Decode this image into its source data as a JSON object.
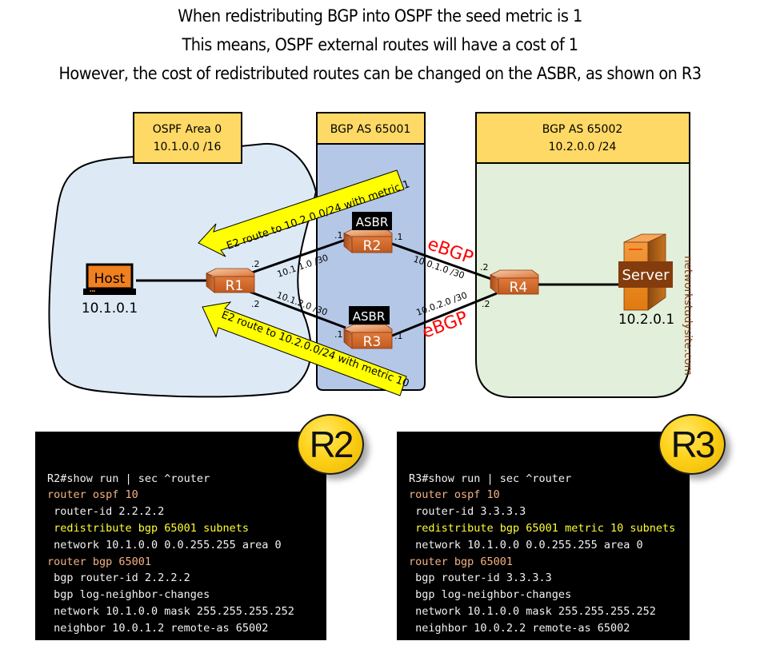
{
  "title_lines": [
    "When redistributing BGP into OSPF the seed metric is 1",
    "This means, OSPF external routes will have a cost of 1",
    "However, the cost of redistributed routes can be changed on the ASBR, as shown on R3"
  ],
  "zones": {
    "ospf_area": {
      "line1": "OSPF Area 0",
      "line2": "10.1.0.0 /16",
      "color": "#ddeaf6"
    },
    "bgp_as_65001": {
      "label": "BGP AS 65001",
      "color": "#b4c7e7"
    },
    "bgp_as_65002": {
      "line1": "BGP AS 65002",
      "line2": "10.2.0.0 /24",
      "color": "#e2efda"
    },
    "header_color": "#ffd966"
  },
  "devices": {
    "host": {
      "label": "Host",
      "ip": "10.1.0.1"
    },
    "r1": {
      "label": "R1"
    },
    "r2": {
      "label": "R2",
      "role": "ASBR"
    },
    "r3": {
      "label": "R3",
      "role": "ASBR"
    },
    "r4": {
      "label": "R4"
    },
    "server": {
      "label": "Server",
      "ip": "10.2.0.1"
    }
  },
  "links": {
    "r1_r2": {
      "subnet": "10.1.1.0 /30",
      "r1_side": ".2",
      "r2_side": ".1"
    },
    "r1_r3": {
      "subnet": "10.1.2.0 /30",
      "r1_side": ".2",
      "r3_side": ".1"
    },
    "r2_r4": {
      "subnet": "10.0.1.0 /30",
      "r2_side": ".1",
      "r4_side": ".2",
      "protocol": "eBGP"
    },
    "r3_r4": {
      "subnet": "10.0.2.0 /30",
      "r3_side": ".1",
      "r4_side": ".2",
      "protocol": "eBGP"
    }
  },
  "arrows": {
    "upper": "E2 route to 10.2.0.0/24 with metric 1",
    "lower": "E2 route to 10.2.0.0/24 with metric 10"
  },
  "watermark": "networkstudysite.com",
  "terminals": [
    {
      "badge": "R2",
      "lines": [
        {
          "text": "R2#show run | sec ^router",
          "style": "plain"
        },
        {
          "text": "router ospf 10",
          "style": "ctx"
        },
        {
          "text": " router-id 2.2.2.2",
          "style": "plain"
        },
        {
          "text": " redistribute bgp 65001 subnets",
          "style": "hl"
        },
        {
          "text": " network 10.1.0.0 0.0.255.255 area 0",
          "style": "plain"
        },
        {
          "text": "router bgp 65001",
          "style": "ctx"
        },
        {
          "text": " bgp router-id 2.2.2.2",
          "style": "plain"
        },
        {
          "text": " bgp log-neighbor-changes",
          "style": "plain"
        },
        {
          "text": " network 10.1.0.0 mask 255.255.255.252",
          "style": "plain"
        },
        {
          "text": " neighbor 10.0.1.2 remote-as 65002",
          "style": "plain"
        }
      ]
    },
    {
      "badge": "R3",
      "lines": [
        {
          "text": "R3#show run | sec ^router",
          "style": "plain"
        },
        {
          "text": "router ospf 10",
          "style": "ctx"
        },
        {
          "text": " router-id 3.3.3.3",
          "style": "plain"
        },
        {
          "text": " redistribute bgp 65001 metric 10 subnets",
          "style": "hl"
        },
        {
          "text": " network 10.1.0.0 0.0.255.255 area 0",
          "style": "plain"
        },
        {
          "text": "router bgp 65001",
          "style": "ctx"
        },
        {
          "text": " bgp router-id 3.3.3.3",
          "style": "plain"
        },
        {
          "text": " bgp log-neighbor-changes",
          "style": "plain"
        },
        {
          "text": " network 10.1.0.0 mask 255.255.255.252",
          "style": "plain"
        },
        {
          "text": " neighbor 10.0.2.2 remote-as 65002",
          "style": "plain"
        }
      ]
    }
  ]
}
